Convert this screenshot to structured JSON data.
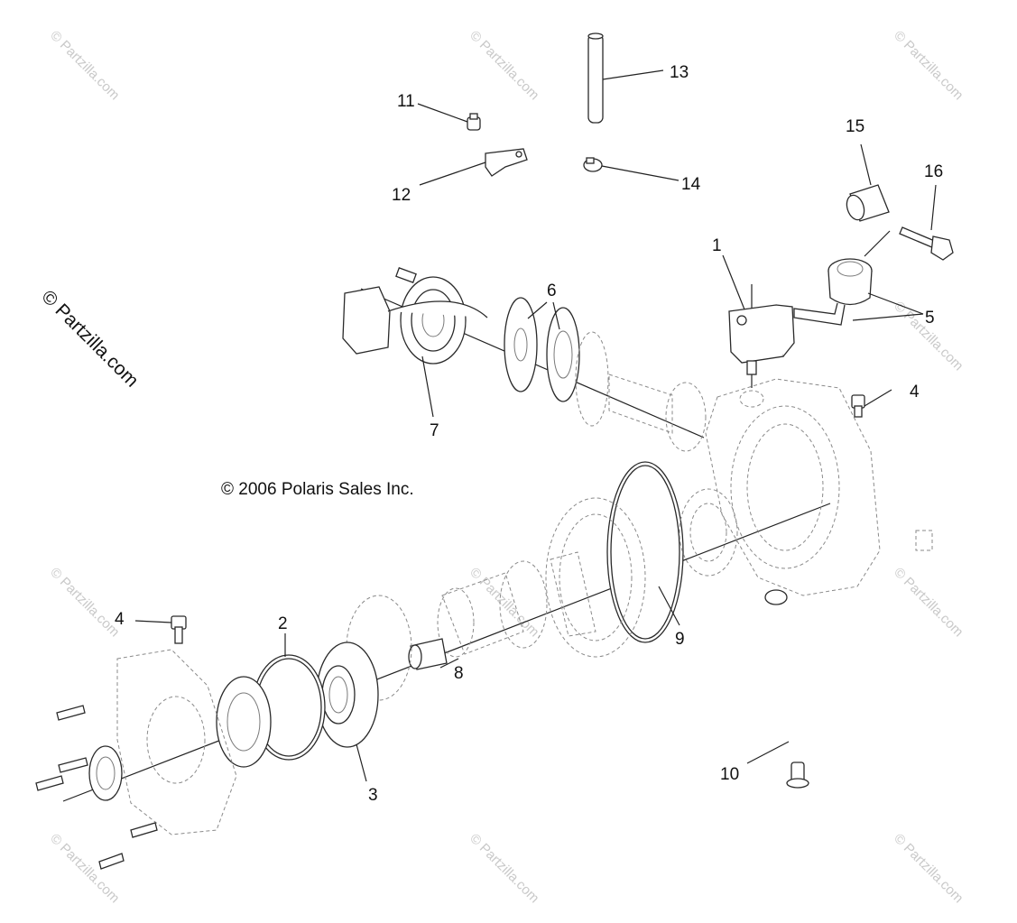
{
  "copyright": "© 2006 Polaris Sales Inc.",
  "watermark_side": "© Partzilla.com",
  "watermark_tile": "© Partzilla.com",
  "callouts": {
    "c1": "1",
    "c2": "2",
    "c3": "3",
    "c4a": "4",
    "c4b": "4",
    "c5": "5",
    "c6": "6",
    "c7": "7",
    "c8": "8",
    "c9": "9",
    "c10": "10",
    "c11": "11",
    "c12": "12",
    "c13": "13",
    "c14": "14",
    "c15": "15",
    "c16": "16"
  },
  "colors": {
    "ink": "#2a2a2a",
    "watermark": "#c9c9c9"
  }
}
